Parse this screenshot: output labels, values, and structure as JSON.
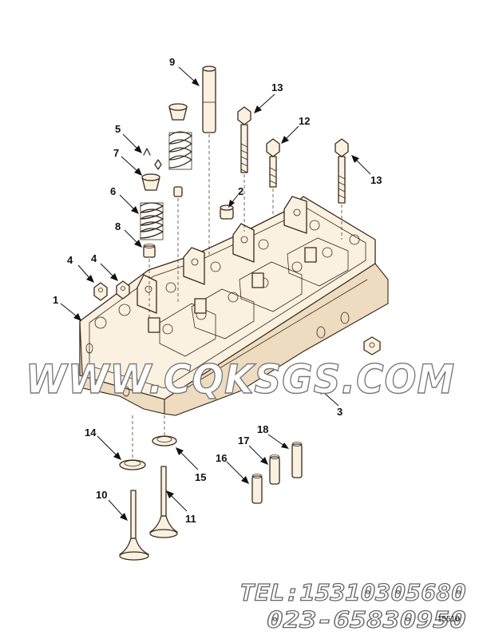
{
  "callouts": {
    "c1": "1",
    "c2": "2",
    "c3": "3",
    "c4a": "4",
    "c4b": "4",
    "c5": "5",
    "c6": "6",
    "c7": "7",
    "c8": "8",
    "c9": "9",
    "c10": "10",
    "c11": "11",
    "c12": "12",
    "c13a": "13",
    "c13b": "13",
    "c14": "14",
    "c15": "15",
    "c16": "16",
    "c17": "17",
    "c18": "18"
  },
  "watermark": {
    "site": "WWW.CQKSGS.COM",
    "tel": "TEL:15310305680",
    "phone2": "023-65830950"
  },
  "figure_id": "15510",
  "colors": {
    "line": "#3a2a1a",
    "part_fill": "#fbf1e1",
    "shade": "#eedcc0",
    "watermark_stroke": "#777777"
  }
}
